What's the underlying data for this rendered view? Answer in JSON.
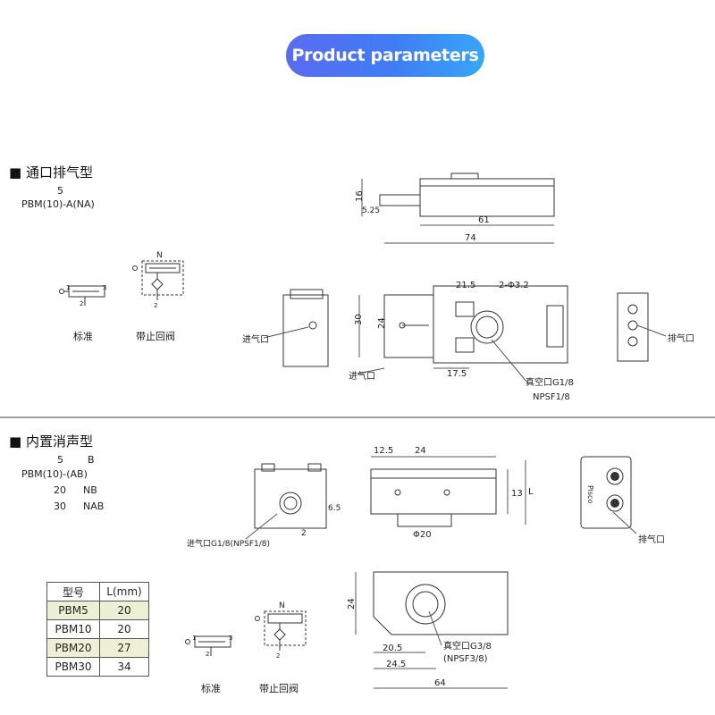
{
  "banner": "Product parameters",
  "section1": {
    "title": "通口排气型",
    "model_line1": "5",
    "model_line2": "PBM(10)-A(NA)",
    "symbol_labels": [
      "标准",
      "带止回阀"
    ],
    "symbol_port_1": "1",
    "symbol_port_2": "2",
    "symbol_port_3": "3",
    "symbol_N": "N",
    "dims": {
      "d16": "16",
      "d5_25": "5.25",
      "d61": "61",
      "d74": "74",
      "d21_5": "21.5",
      "d2phi": "2-Φ3.2",
      "d30": "30",
      "d24": "24",
      "d17_5": "17.5"
    },
    "labels": {
      "inlet_left": "进气口",
      "inlet_bottom": "进气口",
      "vacuum": "真空口G1/8",
      "npsf": "NPSF1/8",
      "exhaust": "排气口"
    }
  },
  "section2": {
    "title": "内置消声型",
    "model_rows": [
      {
        "a": "5",
        "b": "B"
      },
      {
        "a": "PBM(10)-(AB)",
        "b": ""
      },
      {
        "a": "20",
        "b": "NB"
      },
      {
        "a": "30",
        "b": "NAB"
      }
    ],
    "table": {
      "headers": [
        "型号",
        "L(mm)"
      ],
      "rows": [
        [
          "PBM5",
          "20"
        ],
        [
          "PBM10",
          "20"
        ],
        [
          "PBM20",
          "27"
        ],
        [
          "PBM30",
          "34"
        ]
      ]
    },
    "symbol_labels": [
      "标准",
      "带止回阀"
    ],
    "dims": {
      "d6_5": "6.5",
      "d2": "2",
      "d12_5": "12.5",
      "d24top": "24",
      "dL": "L",
      "d13": "13",
      "dphi20": "Φ20",
      "d24side": "24",
      "d20_5": "20.5",
      "d24_5": "24.5",
      "d64": "64"
    },
    "labels": {
      "inlet": "进气口G1/8(NPSF1/8)",
      "exhaust": "排气口",
      "vacuum": "真空口G3/8",
      "npsf": "(NPSF3/8)",
      "brand": "Pisco"
    }
  },
  "colors": {
    "banner_start": "#5a6cf0",
    "banner_end": "#37a7f7",
    "table_shade": "#eef0d6",
    "rule": "#9ea0a6"
  }
}
